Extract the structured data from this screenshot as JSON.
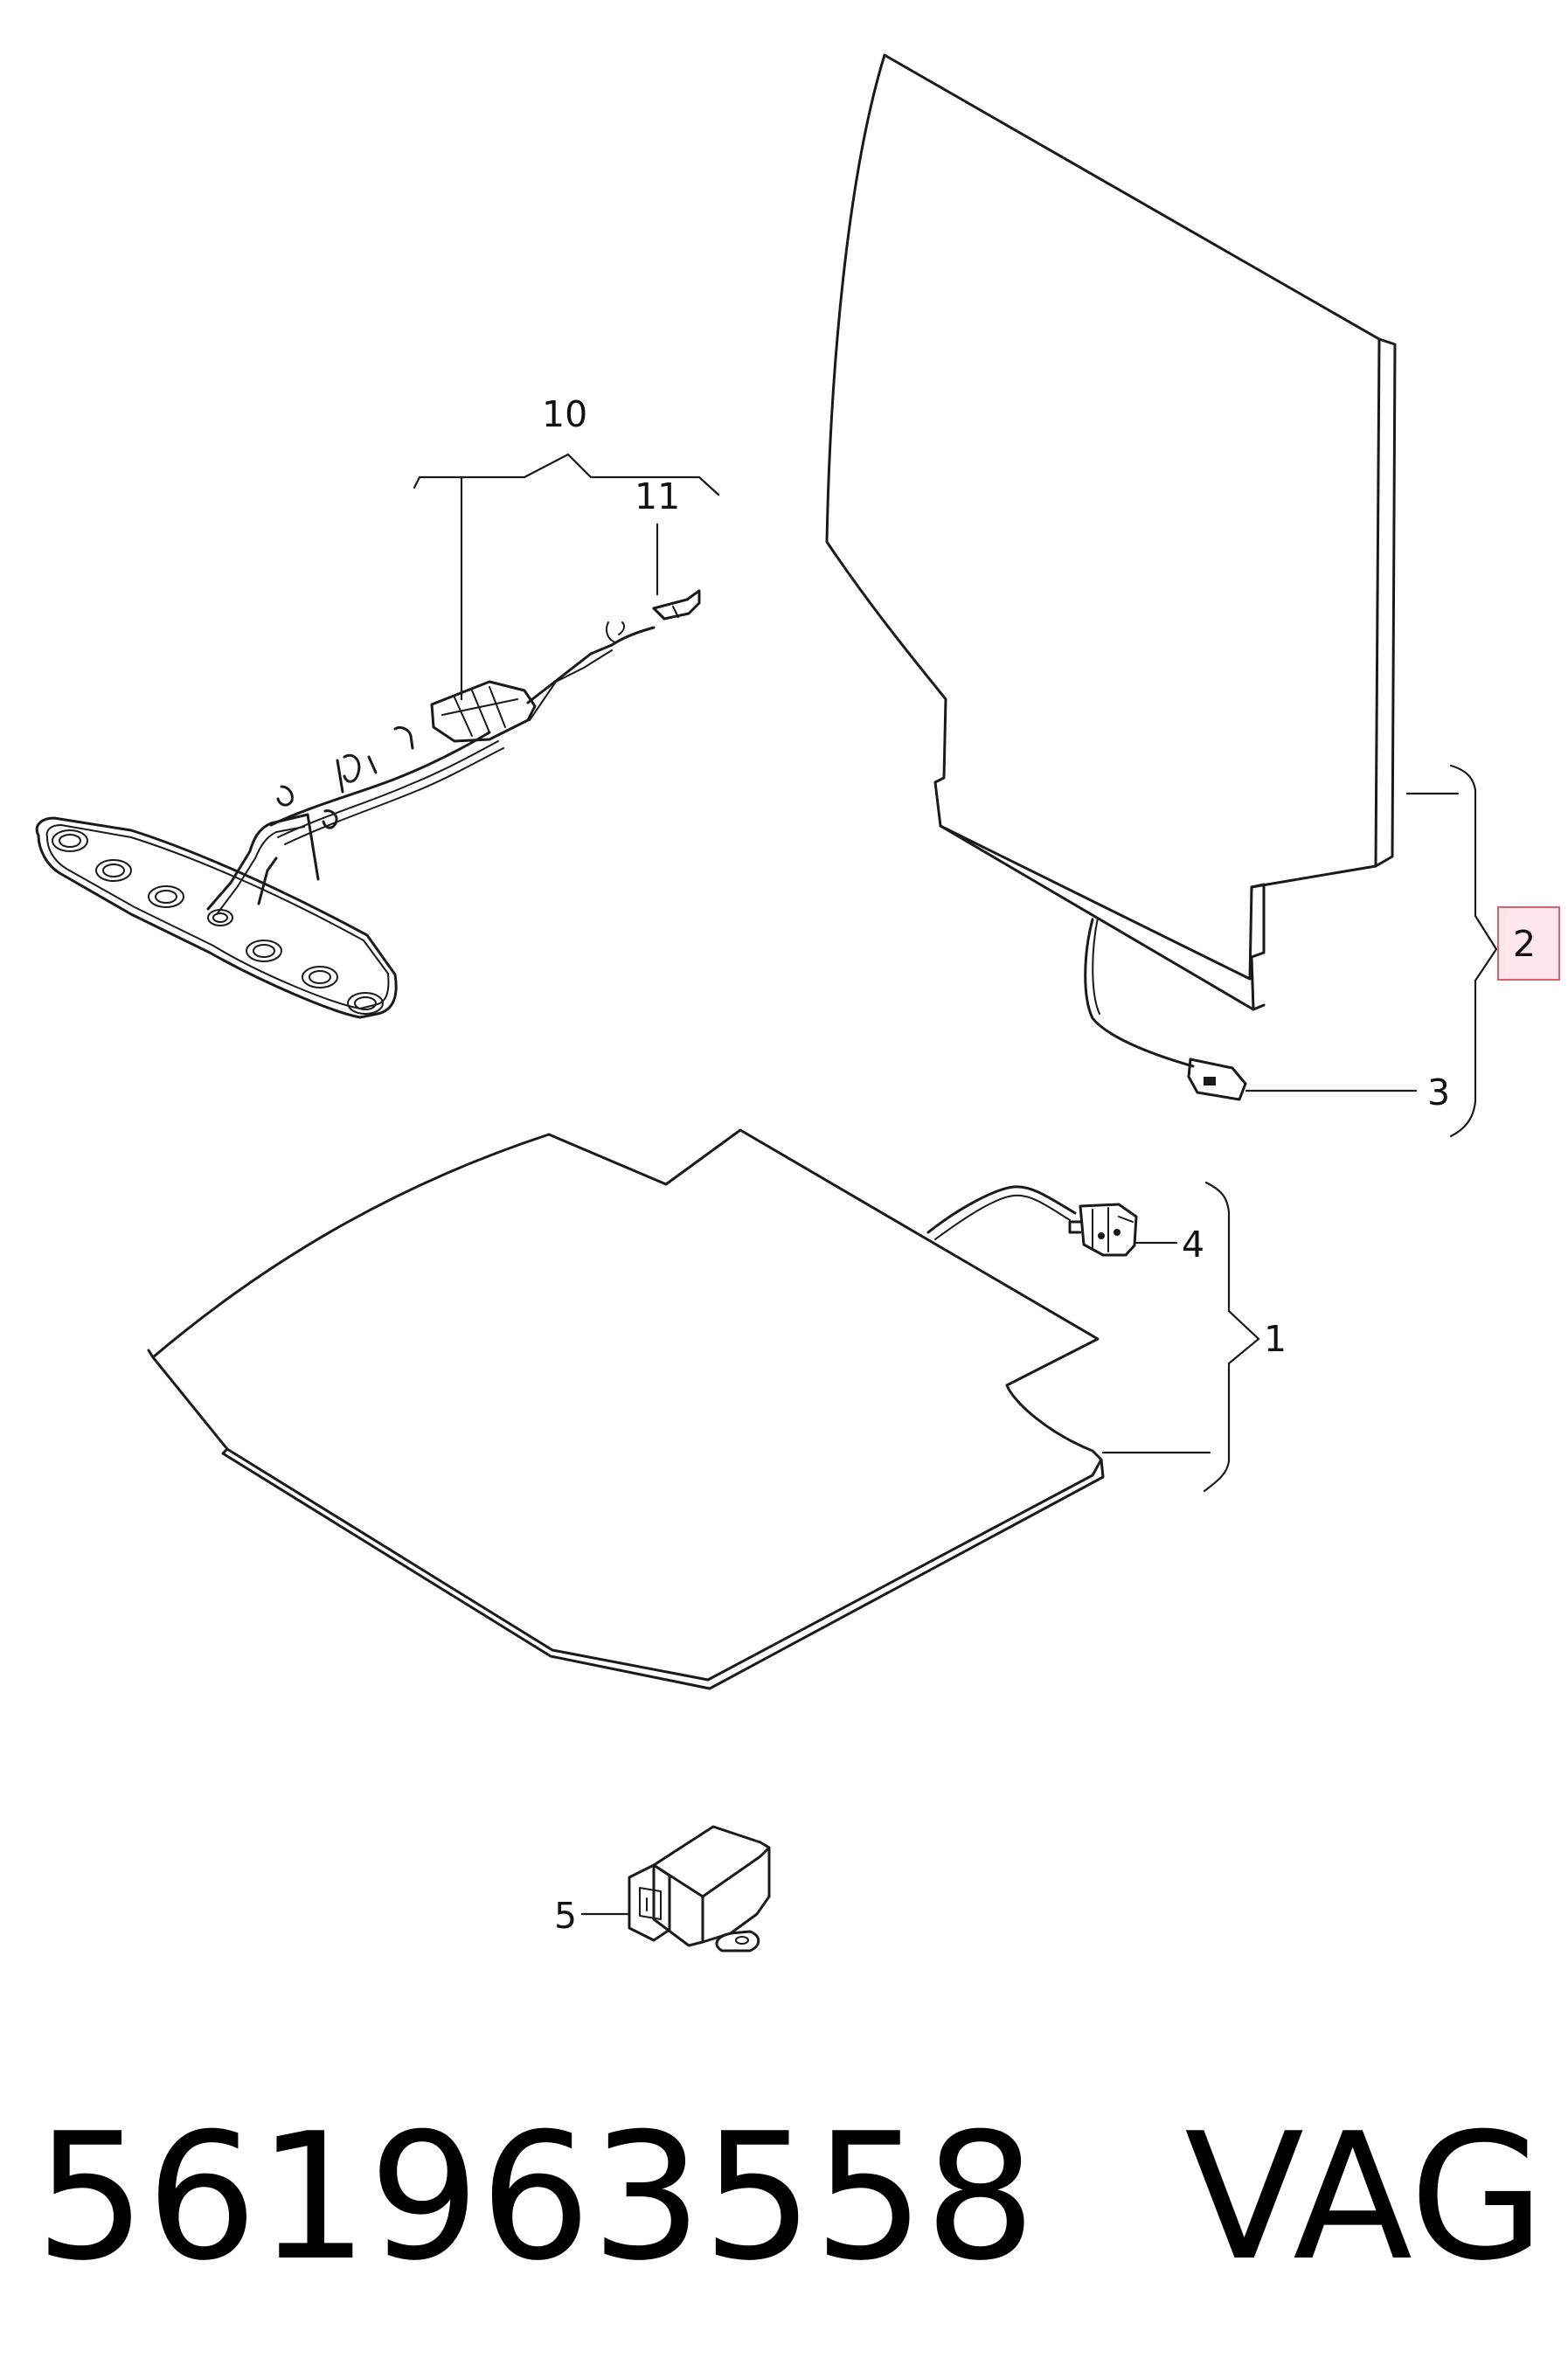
{
  "callouts": {
    "c1": "1",
    "c2": "2",
    "c3": "3",
    "c4": "4",
    "c5": "5",
    "c10": "10",
    "c11": "11"
  },
  "highlight": {
    "callout": "2",
    "border_color": "#e0606a",
    "fill_color": "#fde7ea"
  },
  "footer": {
    "part_number": "561963558",
    "brand": "VAG"
  }
}
